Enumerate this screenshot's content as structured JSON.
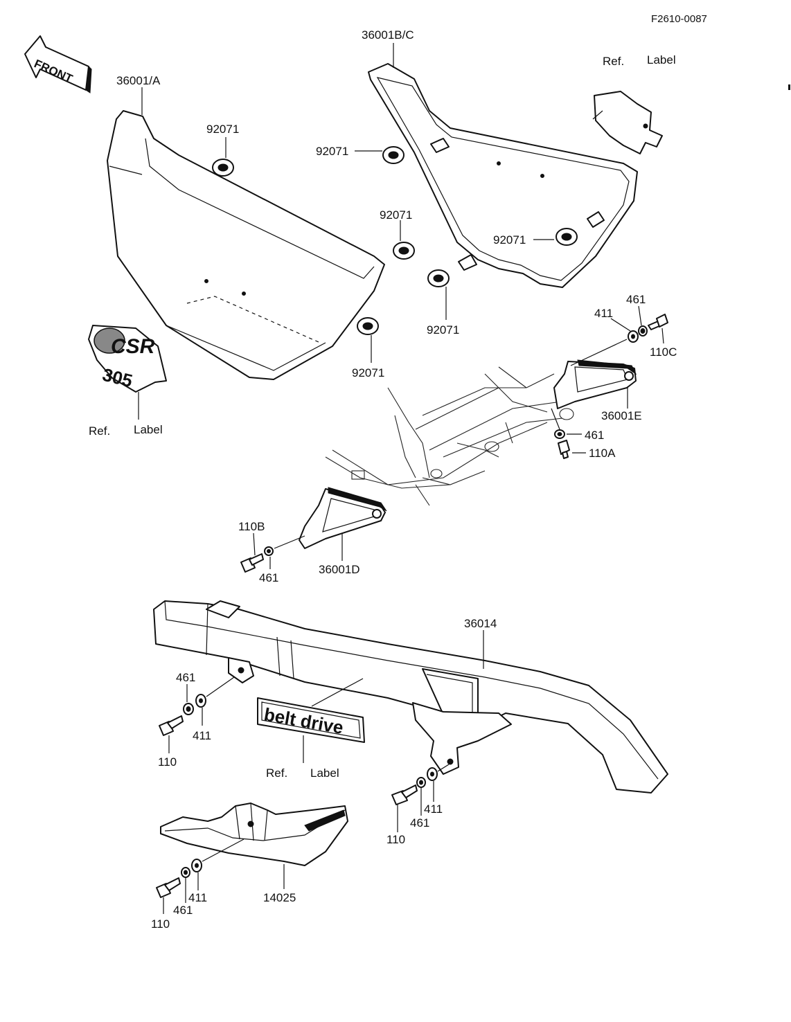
{
  "drawing_code": "F2610-0087",
  "front_label": "FRONT",
  "labels": {
    "p36001A": "36001/A",
    "p36001BC": "36001B/C",
    "p36001D": "36001D",
    "p36001E": "36001E",
    "p36014": "36014",
    "p14025": "14025",
    "g1": "92071",
    "g2": "92071",
    "g3": "92071",
    "g4": "92071",
    "g5": "92071",
    "g6": "92071",
    "w411_a": "411",
    "w461_a": "461",
    "b110C": "110C",
    "w461_b": "461",
    "b110A": "110A",
    "b110B": "110B",
    "w461_c": "461",
    "w461_d": "461",
    "w411_d": "411",
    "b110_d": "110",
    "w411_e": "411",
    "w461_e": "461",
    "b110_e": "110",
    "w411_f": "411",
    "w461_f": "461",
    "b110_f": "110",
    "ref1": "Ref.",
    "lab1": "Label",
    "ref2": "Ref.",
    "lab2": "Label",
    "ref3": "Ref.",
    "lab3": "Label"
  },
  "decals": {
    "csr_top": "CSR",
    "csr_num": "305",
    "belt": "belt drive"
  }
}
